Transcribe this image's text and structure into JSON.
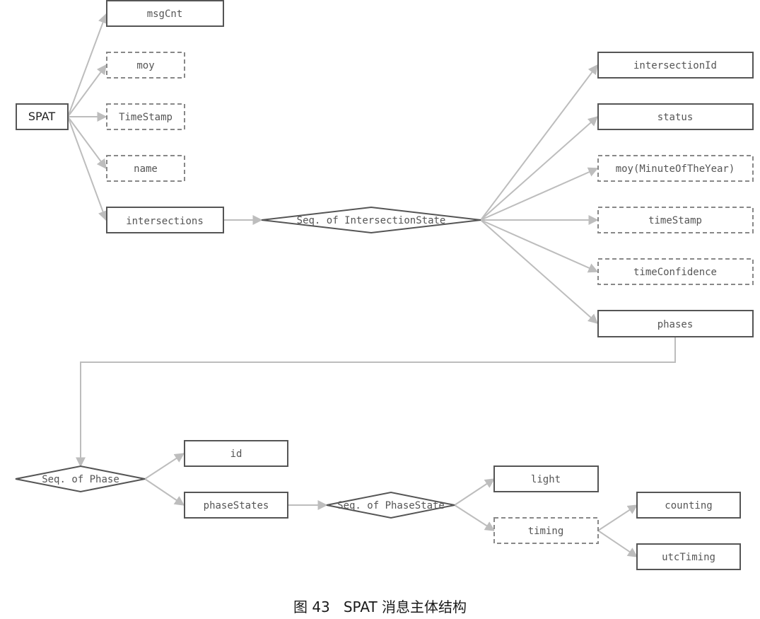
{
  "nodes": {
    "spat": "SPAT",
    "msgCnt": "msgCnt",
    "moy": "moy",
    "timeStamp": "TimeStamp",
    "name": "name",
    "intersections": "intersections",
    "seqIntersectionState": "Seq. of IntersectionState",
    "intersectionId": "intersectionId",
    "status": "status",
    "moyMinute": "moy(MinuteOfTheYear)",
    "timeStampLower": "timeStamp",
    "timeConfidence": "timeConfidence",
    "phases": "phases",
    "seqPhase": "Seq. of Phase",
    "id": "id",
    "phaseStates": "phaseStates",
    "seqPhaseState": "Seq. of PhaseState",
    "light": "light",
    "timing": "timing",
    "counting": "counting",
    "utcTiming": "utcTiming"
  },
  "caption": "图 43   SPAT 消息主体结构",
  "colors": {
    "solid_border": "#555555",
    "dashed_border": "#888888",
    "connector": "#bdbdbd",
    "text": "#555555"
  }
}
